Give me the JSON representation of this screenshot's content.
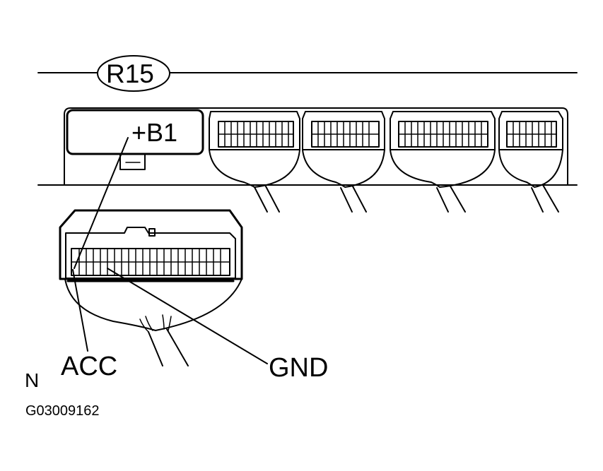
{
  "connector_id": "R15",
  "terminals": {
    "b1": "+B1",
    "acc": "ACC",
    "gnd": "GND"
  },
  "view_mark": "N",
  "figure_code": "G03009162",
  "colors": {
    "line": "#000000",
    "background": "#ffffff"
  }
}
